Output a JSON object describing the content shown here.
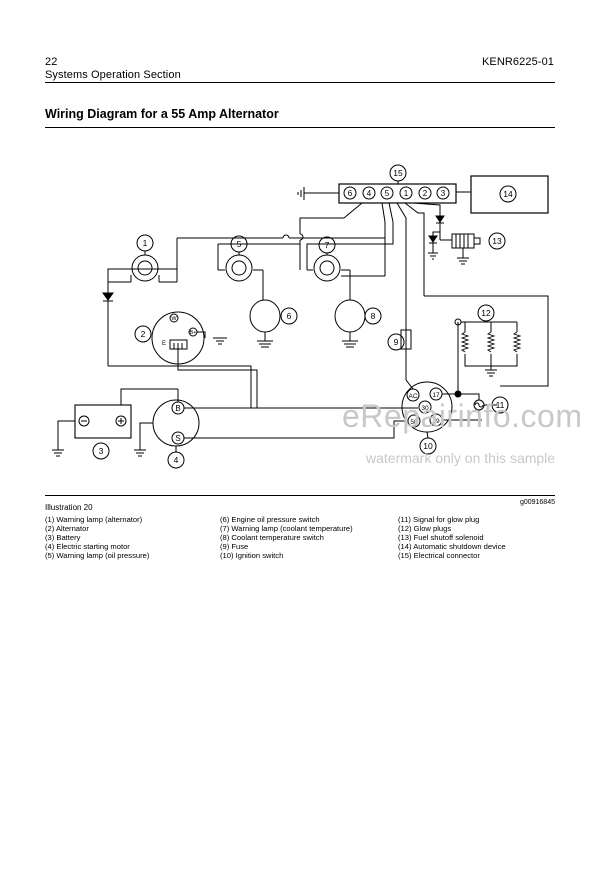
{
  "header": {
    "page_number": "22",
    "section": "Systems Operation Section",
    "doc_id": "KENR6225-01"
  },
  "title": "Wiring Diagram for a 55 Amp Alternator",
  "diagram": {
    "callouts": [
      "1",
      "2",
      "3",
      "4",
      "5",
      "6",
      "7",
      "8",
      "9",
      "10",
      "11",
      "12",
      "13",
      "14",
      "15"
    ],
    "connector_pins": [
      "6",
      "4",
      "5",
      "1",
      "2",
      "3"
    ],
    "alternator_terminals": [
      "W",
      "B+",
      "E"
    ],
    "starter_terminals": [
      "B",
      "S"
    ],
    "battery_terminals": [
      "⊖",
      "⊕"
    ],
    "switch_positions": [
      "AC",
      "17",
      "30",
      "19",
      "50"
    ]
  },
  "caption": {
    "label": "Illustration 20",
    "ref": "g00916845"
  },
  "legend": {
    "col1": [
      "(1) Warning lamp (alternator)",
      "(2) Alternator",
      "(3) Battery",
      "(4) Electric starting motor",
      "(5) Warning lamp (oil pressure)"
    ],
    "col2": [
      "(6) Engine oil pressure switch",
      "(7) Warning lamp (coolant temperature)",
      "(8) Coolant temperature switch",
      "(9) Fuse",
      "(10) Ignition switch"
    ],
    "col3": [
      "(11) Signal for glow plug",
      "(12) Glow plugs",
      "(13) Fuel shutoff solenoid",
      "(14) Automatic shutdown device",
      "(15) Electrical connector"
    ]
  },
  "watermark": {
    "main": "eRepairinfo.com",
    "sub": "watermark only on this sample"
  }
}
